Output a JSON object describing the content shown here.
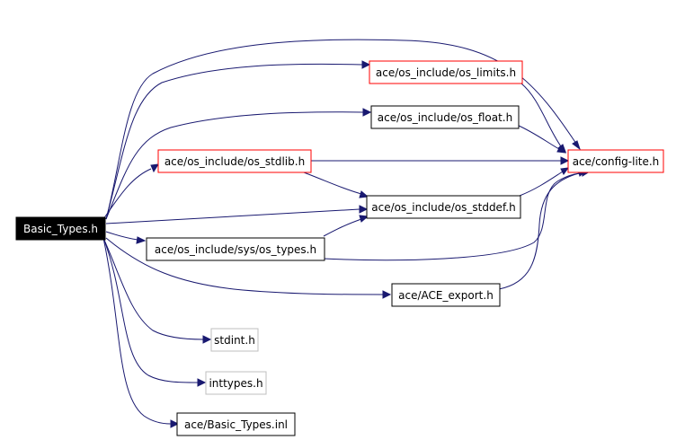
{
  "diagram": {
    "colors": {
      "edge": "#191970",
      "root_fill": "#000000",
      "root_text": "#ffffff",
      "normal_border": "#000000",
      "truncated_border": "#ff0000",
      "external_border": "#bfbfbf",
      "text": "#000000"
    },
    "nodes": {
      "basic_types_h": {
        "label": "Basic_Types.h",
        "kind": "root"
      },
      "os_limits_h": {
        "label": "ace/os_include/os_limits.h",
        "kind": "truncated"
      },
      "os_float_h": {
        "label": "ace/os_include/os_float.h",
        "kind": "normal"
      },
      "os_stdlib_h": {
        "label": "ace/os_include/os_stdlib.h",
        "kind": "truncated"
      },
      "config_lite_h": {
        "label": "ace/config-lite.h",
        "kind": "truncated"
      },
      "os_stddef_h": {
        "label": "ace/os_include/os_stddef.h",
        "kind": "normal"
      },
      "os_types_h": {
        "label": "ace/os_include/sys/os_types.h",
        "kind": "normal"
      },
      "ace_export_h": {
        "label": "ace/ACE_export.h",
        "kind": "normal"
      },
      "stdint_h": {
        "label": "stdint.h",
        "kind": "external"
      },
      "inttypes_h": {
        "label": "inttypes.h",
        "kind": "external"
      },
      "basic_types_inl": {
        "label": "ace/Basic_Types.inl",
        "kind": "normal"
      }
    },
    "edges": [
      {
        "from": "basic_types_h",
        "to": "config_lite_h"
      },
      {
        "from": "basic_types_h",
        "to": "os_limits_h"
      },
      {
        "from": "basic_types_h",
        "to": "os_float_h"
      },
      {
        "from": "basic_types_h",
        "to": "os_stdlib_h"
      },
      {
        "from": "basic_types_h",
        "to": "os_stddef_h"
      },
      {
        "from": "basic_types_h",
        "to": "os_types_h"
      },
      {
        "from": "basic_types_h",
        "to": "ace_export_h"
      },
      {
        "from": "basic_types_h",
        "to": "stdint_h"
      },
      {
        "from": "basic_types_h",
        "to": "inttypes_h"
      },
      {
        "from": "basic_types_h",
        "to": "basic_types_inl"
      },
      {
        "from": "os_limits_h",
        "to": "config_lite_h"
      },
      {
        "from": "os_float_h",
        "to": "config_lite_h"
      },
      {
        "from": "os_stdlib_h",
        "to": "config_lite_h"
      },
      {
        "from": "os_stdlib_h",
        "to": "os_stddef_h"
      },
      {
        "from": "os_stddef_h",
        "to": "config_lite_h"
      },
      {
        "from": "os_types_h",
        "to": "os_stddef_h"
      },
      {
        "from": "os_types_h",
        "to": "config_lite_h"
      },
      {
        "from": "ace_export_h",
        "to": "config_lite_h"
      }
    ]
  }
}
